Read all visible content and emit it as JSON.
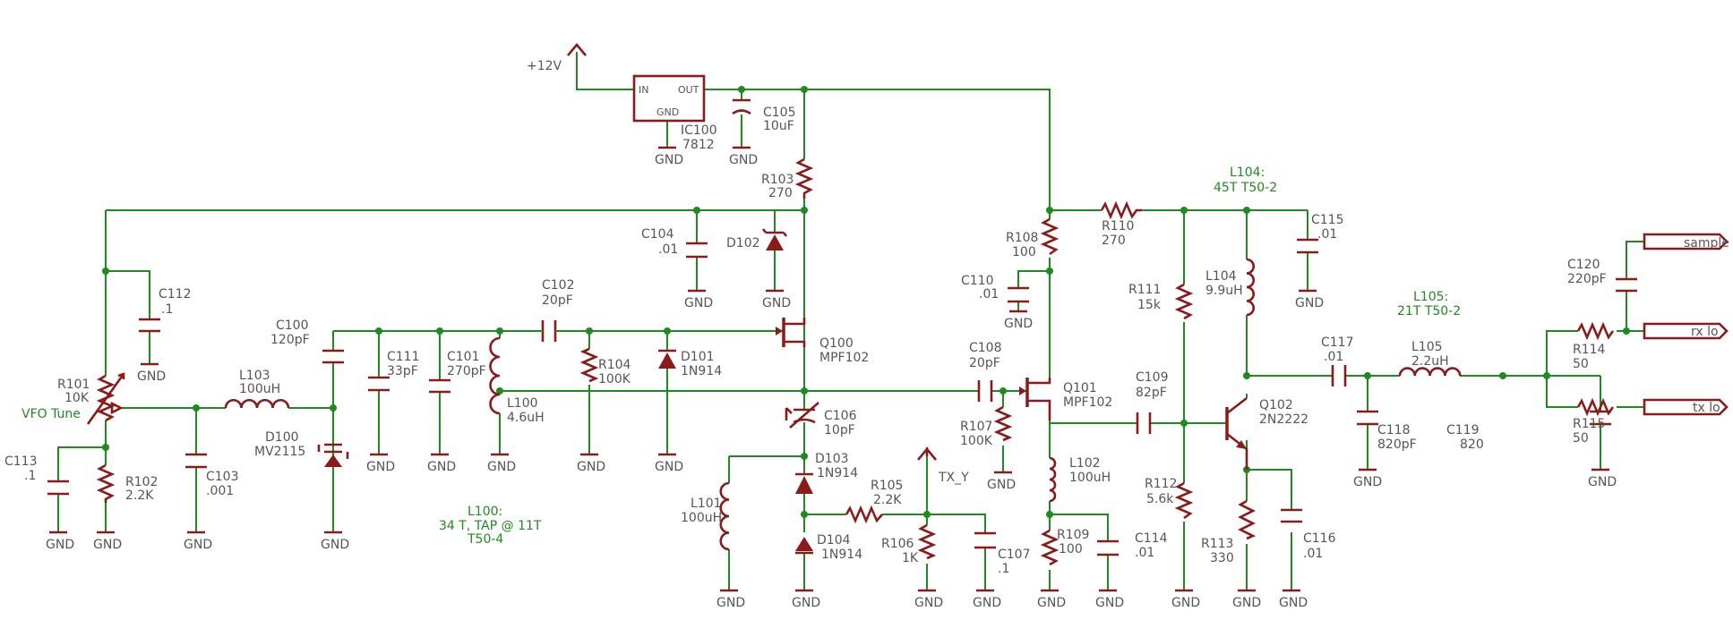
{
  "colors": {
    "wire": "#1f8a1f",
    "part": "#8b1a1a",
    "text": "#555555",
    "background": "#ffffff"
  },
  "supply": {
    "v12": "+12V",
    "tx_y": "TX_Y",
    "gnd": "GND"
  },
  "ic": {
    "name": "IC100",
    "value": "7812",
    "pin_in": "IN",
    "pin_out": "OUT",
    "pin_gnd": "GND"
  },
  "parts": {
    "c105": {
      "name": "C105",
      "value": "10uF"
    },
    "r103": {
      "name": "R103",
      "value": "270"
    },
    "c104": {
      "name": "C104",
      "value": ".01"
    },
    "d102": {
      "name": "D102",
      "value": ""
    },
    "c112": {
      "name": "C112",
      "value": ".1"
    },
    "r101": {
      "name": "R101",
      "value": "10K",
      "note": "VFO Tune"
    },
    "c113": {
      "name": "C113",
      "value": ".1"
    },
    "r102": {
      "name": "R102",
      "value": "2.2K"
    },
    "l103": {
      "name": "L103",
      "value": "100uH"
    },
    "c103": {
      "name": "C103",
      "value": ".001"
    },
    "c100": {
      "name": "C100",
      "value": "120pF"
    },
    "d100": {
      "name": "D100",
      "value": "MV2115"
    },
    "c111": {
      "name": "C111",
      "value": "33pF"
    },
    "c101": {
      "name": "C101",
      "value": "270pF"
    },
    "l100": {
      "name": "L100",
      "value": "4.6uH",
      "note1": "L100:",
      "note2": "34 T, TAP @ 11T",
      "note3": "T50-4"
    },
    "c102": {
      "name": "C102",
      "value": "20pF"
    },
    "r104": {
      "name": "R104",
      "value": "100K"
    },
    "d101": {
      "name": "D101",
      "value": "1N914"
    },
    "q100": {
      "name": "Q100",
      "value": "MPF102"
    },
    "c106": {
      "name": "C106",
      "value": "10pF"
    },
    "d103": {
      "name": "D103",
      "value": "1N914"
    },
    "l101": {
      "name": "L101",
      "value": "100uH"
    },
    "r105": {
      "name": "R105",
      "value": "2.2K"
    },
    "d104": {
      "name": "D104",
      "value": "1N914"
    },
    "r106": {
      "name": "R106",
      "value": "1K"
    },
    "c107": {
      "name": "C107",
      "value": ".1"
    },
    "r108": {
      "name": "R108",
      "value": "100"
    },
    "c110": {
      "name": "C110",
      "value": ".01"
    },
    "c108": {
      "name": "C108",
      "value": "20pF"
    },
    "r107": {
      "name": "R107",
      "value": "100K"
    },
    "q101": {
      "name": "Q101",
      "value": "MPF102"
    },
    "l102": {
      "name": "L102",
      "value": "100uH"
    },
    "r109": {
      "name": "R109",
      "value": "100"
    },
    "c114": {
      "name": "C114",
      "value": ".01"
    },
    "r110": {
      "name": "R110",
      "value": "270"
    },
    "r111": {
      "name": "R111",
      "value": "15k"
    },
    "c109": {
      "name": "C109",
      "value": "82pF"
    },
    "r112": {
      "name": "R112",
      "value": "5.6k"
    },
    "l104": {
      "name": "L104",
      "value": "9.9uH",
      "note1": "L104:",
      "note2": "45T T50-2"
    },
    "c115": {
      "name": "C115",
      "value": ".01"
    },
    "q102": {
      "name": "Q102",
      "value": "2N2222"
    },
    "r113": {
      "name": "R113",
      "value": "330"
    },
    "c116": {
      "name": "C116",
      "value": ".01"
    },
    "c117": {
      "name": "C117",
      "value": ".01"
    },
    "c118": {
      "name": "C118",
      "value": "820pF"
    },
    "l105": {
      "name": "L105",
      "value": "2.2uH",
      "note1": "L105:",
      "note2": "21T T50-2"
    },
    "c119": {
      "name": "C119",
      "value": "820"
    },
    "c120": {
      "name": "C120",
      "value": "220pF"
    },
    "r114": {
      "name": "R114",
      "value": "50"
    },
    "r115": {
      "name": "R115",
      "value": "50"
    }
  },
  "ports": {
    "sample": "sample",
    "rx_lo": "rx lo",
    "tx_lo": "tx lo"
  }
}
